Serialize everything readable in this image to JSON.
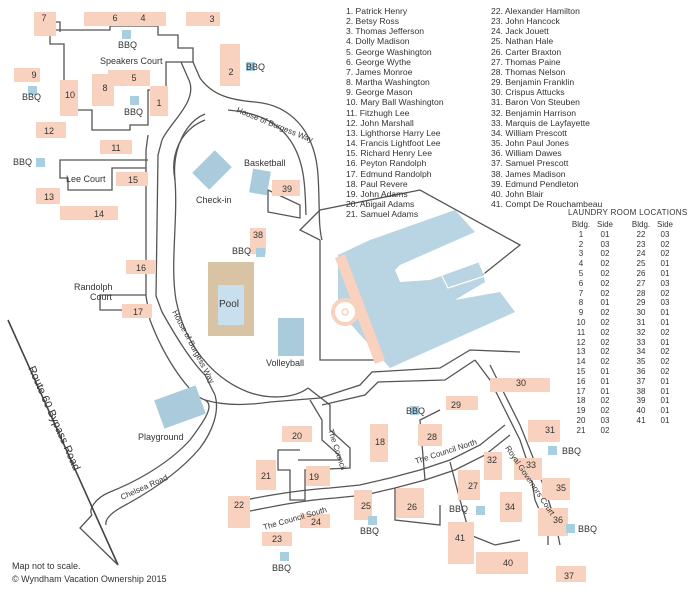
{
  "residents": [
    "1. Patrick Henry",
    "2. Betsy Ross",
    "3. Thomas Jefferson",
    "4. Dolly Madison",
    "5. George Washington",
    "6. George Wythe",
    "7. James Monroe",
    "8. Martha Washington",
    "9. George Mason",
    "10. Mary Ball Washington",
    "11. Fitzhugh Lee",
    "12. John Marshall",
    "13. Lighthorse Harry Lee",
    "14. Francis Lightfoot Lee",
    "15. Richard Henry Lee",
    "16. Peyton Randolph",
    "17. Edmund Randolph",
    "18. Paul Revere",
    "19. John Adams",
    "20. Abigail Adams",
    "21. Samuel Adams",
    "22. Alexander Hamilton",
    "23. John Hancock",
    "24. Jack Jouett",
    "25. Nathan Hale",
    "26. Carter Braxton",
    "27. Thomas Paine",
    "28. Thomas Nelson",
    "29. Benjamin Franklin",
    "30. Crispus Attucks",
    "31. Baron Von Steuben",
    "32. Benjamin Harrison",
    "33. Marquis de Layfayette",
    "34. William Prescott",
    "35. John Paul Jones",
    "36. William Dawes",
    "37. Samuel Prescott",
    "38. James Madison",
    "39. Edmund Pendleton",
    "40. John Blair",
    "41. Compt De Rouchambeau"
  ],
  "laundry": {
    "title": "LAUNDRY ROOM LOCATIONS",
    "col_bldg": "Bldg.",
    "col_side": "Side",
    "left": [
      [
        "1",
        "01"
      ],
      [
        "2",
        "03"
      ],
      [
        "3",
        "02"
      ],
      [
        "4",
        "02"
      ],
      [
        "5",
        "02"
      ],
      [
        "6",
        "02"
      ],
      [
        "7",
        "02"
      ],
      [
        "8",
        "01"
      ],
      [
        "9",
        "02"
      ],
      [
        "10",
        "02"
      ],
      [
        "11",
        "02"
      ],
      [
        "12",
        "02"
      ],
      [
        "13",
        "02"
      ],
      [
        "14",
        "02"
      ],
      [
        "15",
        "01"
      ],
      [
        "16",
        "01"
      ],
      [
        "17",
        "01"
      ],
      [
        "18",
        "02"
      ],
      [
        "19",
        "02"
      ],
      [
        "20",
        "03"
      ],
      [
        "21",
        "02"
      ]
    ],
    "right": [
      [
        "22",
        "03"
      ],
      [
        "23",
        "02"
      ],
      [
        "24",
        "02"
      ],
      [
        "25",
        "01"
      ],
      [
        "26",
        "01"
      ],
      [
        "27",
        "03"
      ],
      [
        "28",
        "02"
      ],
      [
        "29",
        "03"
      ],
      [
        "30",
        "01"
      ],
      [
        "31",
        "01"
      ],
      [
        "32",
        "02"
      ],
      [
        "33",
        "01"
      ],
      [
        "34",
        "02"
      ],
      [
        "35",
        "02"
      ],
      [
        "36",
        "02"
      ],
      [
        "37",
        "01"
      ],
      [
        "38",
        "01"
      ],
      [
        "39",
        "01"
      ],
      [
        "40",
        "01"
      ],
      [
        "41",
        "01"
      ]
    ]
  },
  "map": {
    "roads": {
      "speakers_court": "Speakers Court",
      "house_of_burgess_way_top": "House of Burgess Way",
      "house_of_burgess_way_side": "House of Burgess Way",
      "lee_court": "Lee Court",
      "randolph_court_1": "Randolph",
      "randolph_court_2": "Court",
      "chelsea_road": "Chelsea Road",
      "route_60": "Route 60 Bypass Road",
      "council_north": "The Council North",
      "council_south": "The Council South",
      "the_council": "The Council",
      "royal_governors_court": "Royal Governors Court"
    },
    "amenities": {
      "basketball": "Basketball",
      "checkin": "Check-in",
      "pool": "Pool",
      "volleyball": "Volleyball",
      "playground": "Playground"
    },
    "bbq_label": "BBQ",
    "building_numbers": [
      "1",
      "2",
      "3",
      "4",
      "5",
      "6",
      "7",
      "8",
      "9",
      "10",
      "11",
      "12",
      "13",
      "14",
      "15",
      "16",
      "17",
      "18",
      "19",
      "20",
      "21",
      "22",
      "23",
      "24",
      "25",
      "26",
      "27",
      "28",
      "29",
      "30",
      "31",
      "32",
      "33",
      "34",
      "35",
      "36",
      "37",
      "38",
      "39",
      "40",
      "41"
    ]
  },
  "footer": {
    "note": "Map not to scale.",
    "copyright": "© Wyndham Vacation Ownership 2015"
  },
  "colors": {
    "building": "#f8d2be",
    "amenity": "#aacbdc",
    "road": "#555555"
  }
}
